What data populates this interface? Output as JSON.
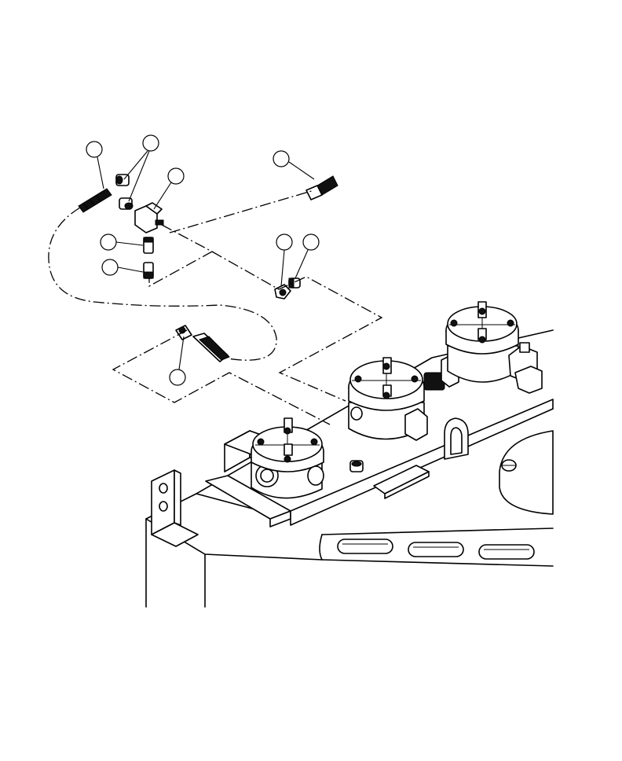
{
  "callouts": [
    {
      "id": "c1",
      "label": ""
    },
    {
      "id": "c2",
      "label": ""
    },
    {
      "id": "c3",
      "label": ""
    },
    {
      "id": "c4",
      "label": ""
    },
    {
      "id": "c5",
      "label": ""
    },
    {
      "id": "c6",
      "label": ""
    },
    {
      "id": "c7",
      "label": ""
    },
    {
      "id": "c8",
      "label": ""
    },
    {
      "id": "c9",
      "label": ""
    }
  ]
}
